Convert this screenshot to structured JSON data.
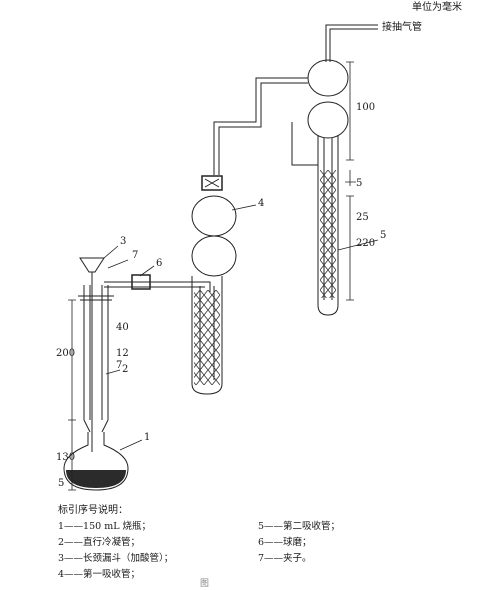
{
  "header": {
    "unit_note": "单位为毫米"
  },
  "diagram": {
    "outlet_label": "接抽气管",
    "numbers": [
      "1",
      "2",
      "3",
      "4",
      "5",
      "6",
      "7"
    ],
    "dimensions": [
      "100",
      "5",
      "25",
      "220",
      "40",
      "200",
      "12",
      "7",
      "130",
      "5"
    ]
  },
  "legend": {
    "title": "标引序号说明：",
    "items": [
      "1——150 mL 烧瓶；",
      "2——直行冷凝管；",
      "3——长颈漏斗（加酸管）；",
      "4——第一吸收管；",
      "5——第二吸收管；",
      "6——球磨；",
      "7——夹子。"
    ]
  },
  "caption": "图"
}
